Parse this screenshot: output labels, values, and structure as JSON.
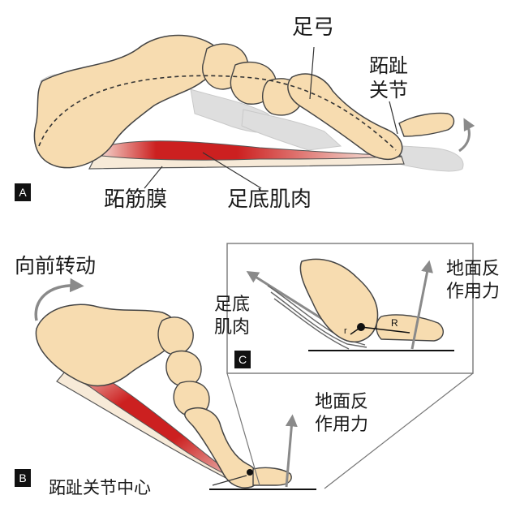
{
  "colors": {
    "bone": "#f7dcb0",
    "bone_outline": "#444444",
    "bone_shadow": "#dcdcdc",
    "muscle_red": "#cc2020",
    "arrow_gray": "#8a8a8a",
    "text": "#1a1a1a"
  },
  "panel_a": {
    "tag": "A",
    "labels": {
      "arch": "足弓",
      "toe_joint": "跖趾\n关节",
      "fascia": "跖筋膜",
      "muscle": "足底肌肉"
    }
  },
  "panel_b": {
    "tag": "B",
    "labels": {
      "rotation": "向前转动",
      "reaction_force": "地面反\n作用力",
      "joint_center": "跖趾关节中心"
    }
  },
  "panel_c": {
    "tag": "C",
    "labels": {
      "muscle": "足底\n肌肉",
      "reaction_force": "地面反\n作用力",
      "r_small": "r",
      "r_large": "R"
    }
  }
}
